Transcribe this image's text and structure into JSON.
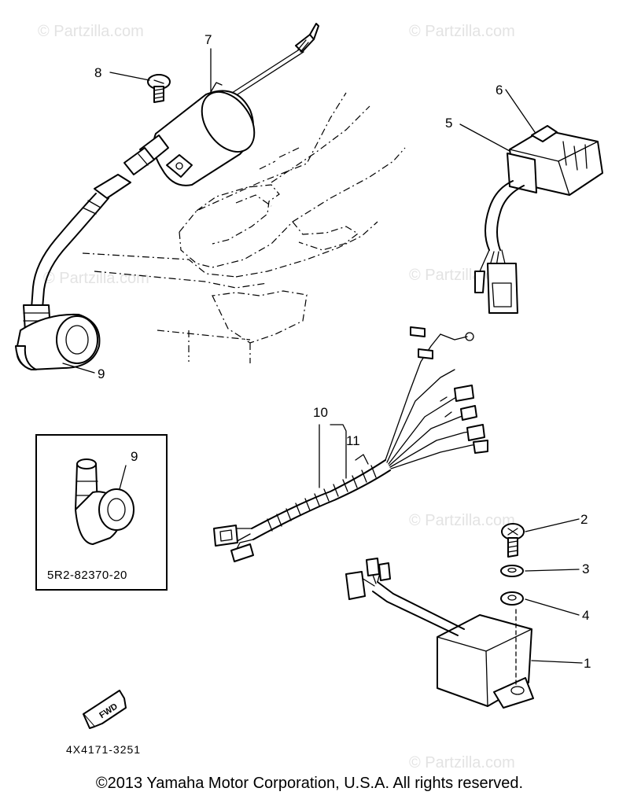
{
  "watermark": "© Partzilla.com",
  "callouts": {
    "c1": "1",
    "c2": "2",
    "c3": "3",
    "c4": "4",
    "c5": "5",
    "c6": "6",
    "c7": "7",
    "c8": "8",
    "c9": "9",
    "c10": "10",
    "c11": "11"
  },
  "inset": {
    "callout": "9",
    "part_code": "5R2-82370-20"
  },
  "fwd_label": "FWD",
  "drawing_code": "4X4171-3251",
  "copyright": "©2013 Yamaha Motor Corporation, U.S.A. All rights reserved."
}
